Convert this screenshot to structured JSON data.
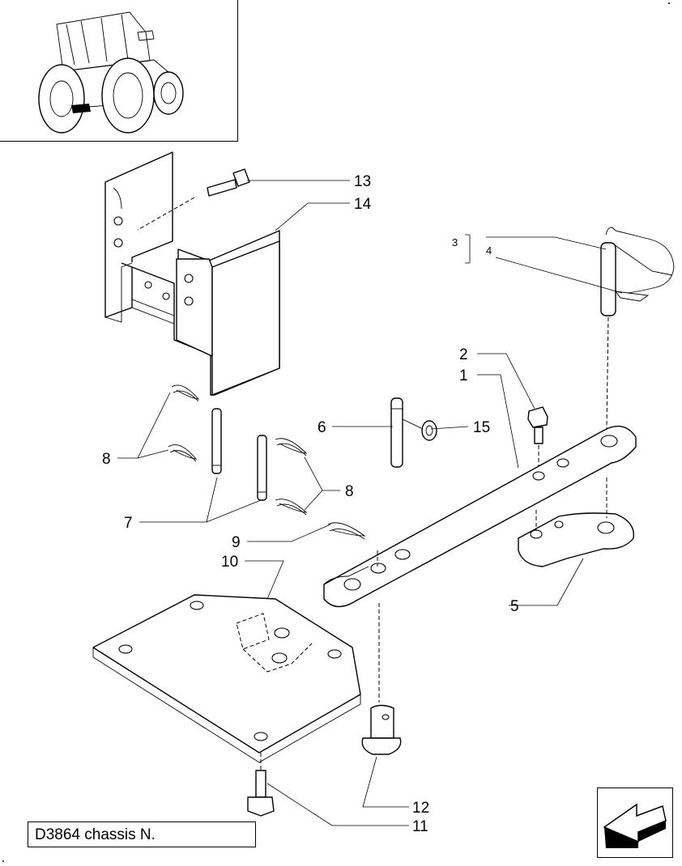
{
  "callouts": {
    "c1": "1",
    "c2": "2",
    "c3": "3",
    "c4": "4",
    "c5": "5",
    "c6": "6",
    "c7": "7",
    "c8a": "8",
    "c8b": "8",
    "c9": "9",
    "c10": "10",
    "c11": "11",
    "c12": "12",
    "c13": "13",
    "c14": "14",
    "c15": "15"
  },
  "caption": "D3864 chassis N.",
  "icons": {
    "thumbnail": "tractor-thumbnail-icon",
    "navigation": "previous-page-arrow-icon"
  }
}
